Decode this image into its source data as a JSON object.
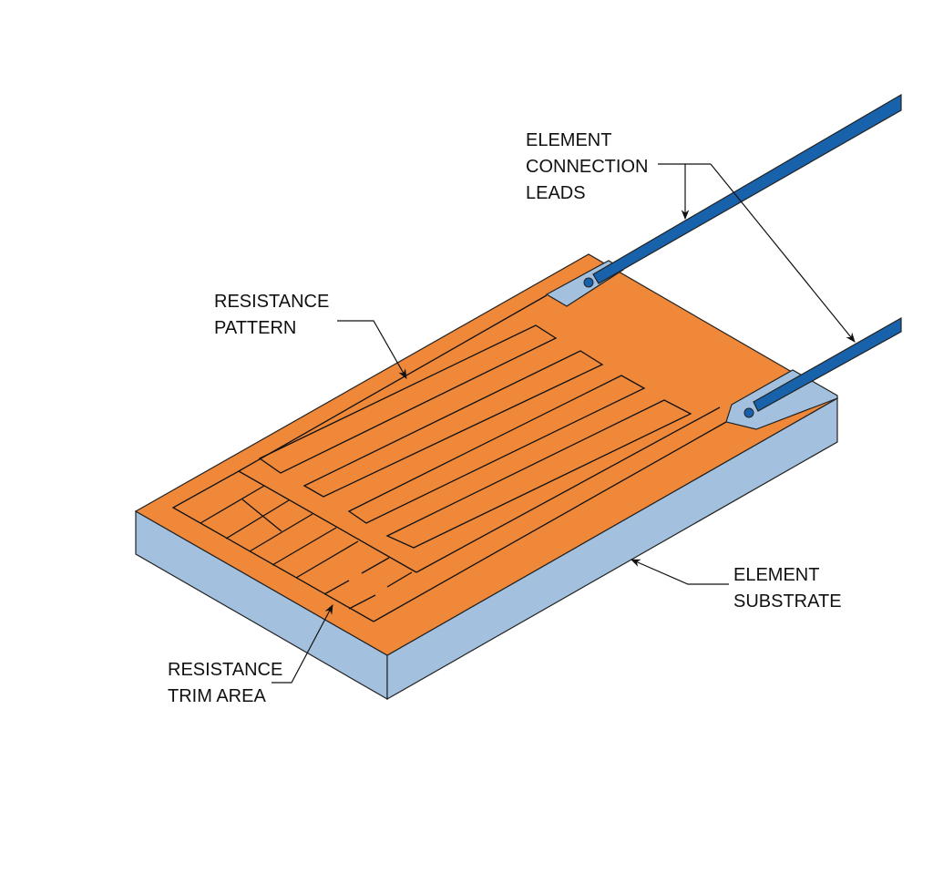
{
  "labels": {
    "leads": [
      "ELEMENT",
      "CONNECTION",
      "LEADS"
    ],
    "pattern": [
      "RESISTANCE",
      "PATTERN"
    ],
    "substrate": [
      "ELEMENT",
      "SUBSTRATE"
    ],
    "trim": [
      "RESISTANCE",
      "TRIM AREA"
    ]
  },
  "colors": {
    "resistive_film": "#F0883A",
    "substrate": "#A3C1DF",
    "lead": "#1862AC",
    "outline": "#222222"
  }
}
